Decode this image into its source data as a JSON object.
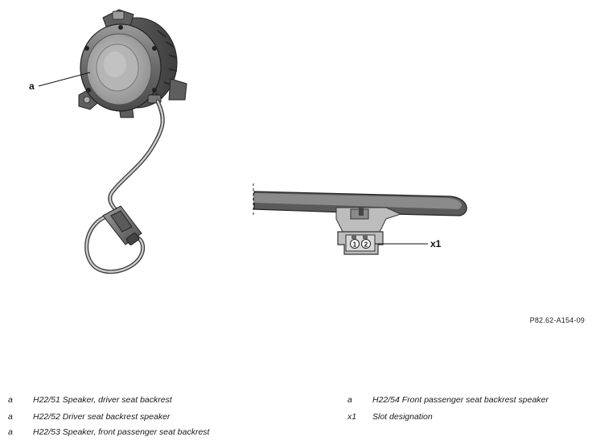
{
  "callouts": {
    "speaker": "a",
    "connector": "x1",
    "pin1": "1",
    "pin2": "2"
  },
  "figure_reference": "P82.62-A154-09",
  "legend": {
    "left": [
      {
        "key": "a",
        "text": "H22/51 Speaker, driver seat backrest"
      },
      {
        "key": "a",
        "text": "H22/52 Driver seat backrest speaker"
      },
      {
        "key": "a",
        "text": "H22/53 Speaker, front passenger seat backrest"
      }
    ],
    "right": [
      {
        "key": "a",
        "text": "H22/54 Front passenger seat backrest speaker"
      },
      {
        "key": "x1",
        "text": "Slot designation"
      }
    ]
  }
}
